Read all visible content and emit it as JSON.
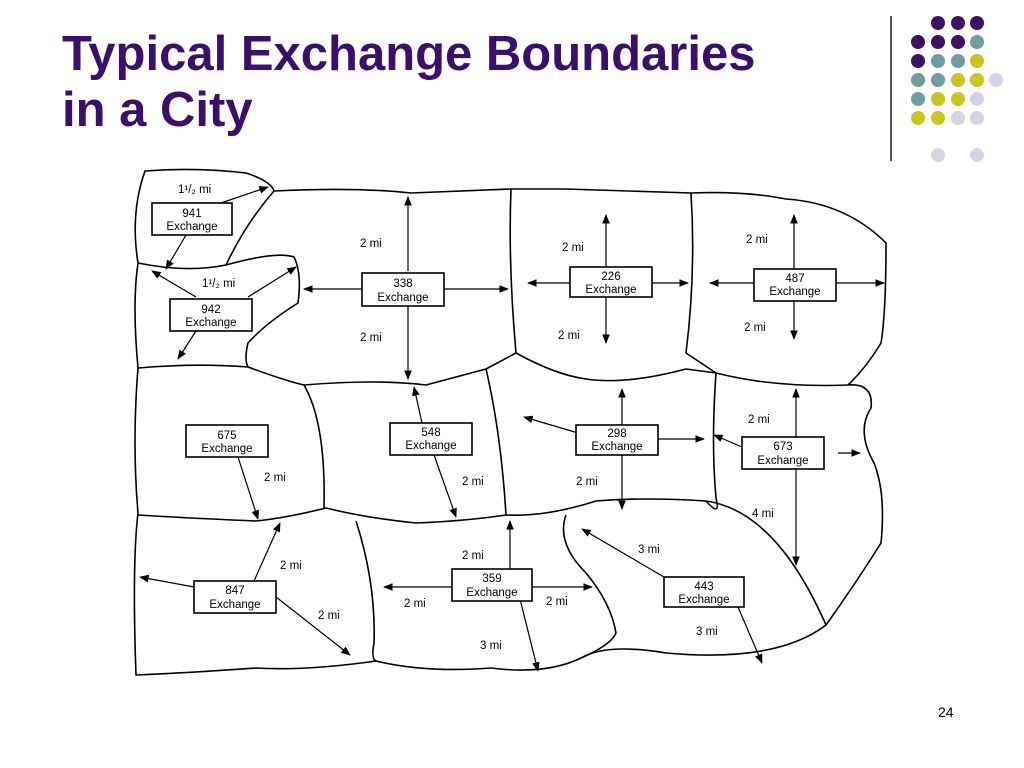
{
  "slide": {
    "title_line1": "Typical Exchange Boundaries",
    "title_line2": "in a City",
    "page_number": "24",
    "colors": {
      "title": "#3b0f6b",
      "dot_purple": "#3d1265",
      "dot_teal": "#6f9ea0",
      "dot_yellow": "#c9c520",
      "dot_lavender": "#d6d3e6"
    }
  },
  "exchanges": [
    {
      "id": "941",
      "word": "Exchange",
      "distances": [
        "1¹/₂ mi"
      ]
    },
    {
      "id": "942",
      "word": "Exchange",
      "distances": [
        "1¹/₂ mi"
      ]
    },
    {
      "id": "338",
      "word": "Exchange",
      "distances": [
        "2 mi",
        "2 mi"
      ]
    },
    {
      "id": "226",
      "word": "Exchange",
      "distances": [
        "2 mi",
        "2 mi"
      ]
    },
    {
      "id": "487",
      "word": "Exchange",
      "distances": [
        "2 mi",
        "2 mi"
      ]
    },
    {
      "id": "675",
      "word": "Exchange",
      "distances": [
        "2 mi"
      ]
    },
    {
      "id": "548",
      "word": "Exchange",
      "distances": [
        "2 mi"
      ]
    },
    {
      "id": "298",
      "word": "Exchange",
      "distances": [
        "2 mi"
      ]
    },
    {
      "id": "673",
      "word": "Exchange",
      "distances": [
        "2 mi",
        "4 mi"
      ]
    },
    {
      "id": "847",
      "word": "Exchange",
      "distances": [
        "2 mi",
        "2 mi"
      ]
    },
    {
      "id": "359",
      "word": "Exchange",
      "distances": [
        "2 mi",
        "2 mi",
        "2 mi",
        "3 mi"
      ]
    },
    {
      "id": "443",
      "word": "Exchange",
      "distances": [
        "3 mi",
        "3 mi"
      ]
    }
  ]
}
